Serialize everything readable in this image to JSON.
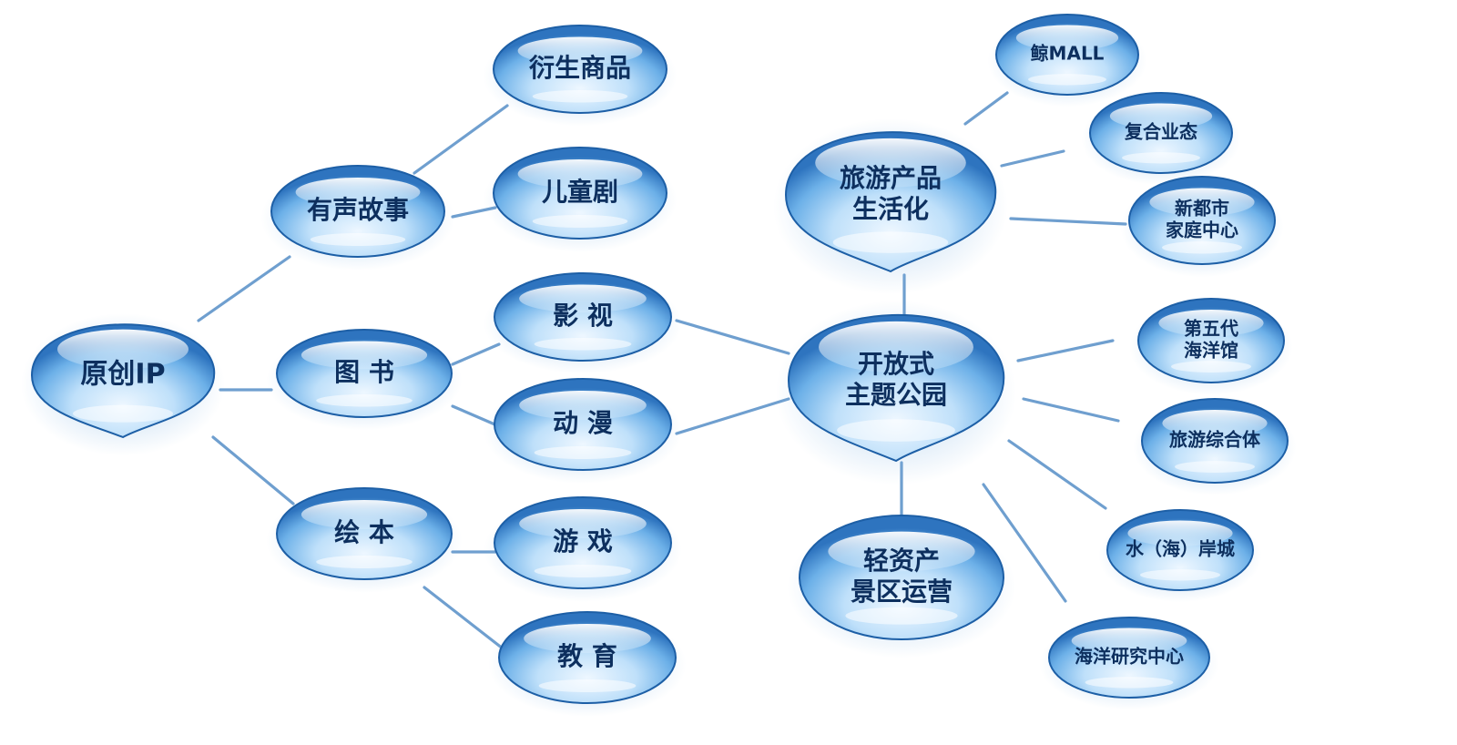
{
  "colors": {
    "bubble_light": "#ffffff",
    "bubble_mid": "#a9d4f6",
    "bubble_dark": "#3a86cf",
    "bubble_edge": "#1d5fa6",
    "edge_line": "#6f9fcf",
    "label": "#0d2f5e"
  },
  "nodes": {
    "original_ip": [
      "原创IP"
    ],
    "audio_story": [
      "有声故事"
    ],
    "books": [
      "图  书"
    ],
    "picture_books": [
      "绘  本"
    ],
    "merchandise": [
      "衍生商品"
    ],
    "childrens_drama": [
      "儿童剧"
    ],
    "film_tv": [
      "影  视"
    ],
    "animation": [
      "动  漫"
    ],
    "games": [
      "游  戏"
    ],
    "education": [
      "教  育"
    ],
    "tourism_lifestyle": [
      "旅游产品",
      "生活化"
    ],
    "theme_park": [
      "开放式",
      "主题公园"
    ],
    "light_asset": [
      "轻资产",
      "景区运营"
    ],
    "whale_mall": [
      "鲸MALL"
    ],
    "complex_business": [
      "复合业态"
    ],
    "family_center": [
      "新都市",
      "家庭中心"
    ],
    "aquarium": [
      "第五代",
      "海洋馆"
    ],
    "tourism_complex": [
      "旅游综合体"
    ],
    "waterfront_city": [
      "水（海）岸城"
    ],
    "ocean_research": [
      "海洋研究中心"
    ]
  }
}
